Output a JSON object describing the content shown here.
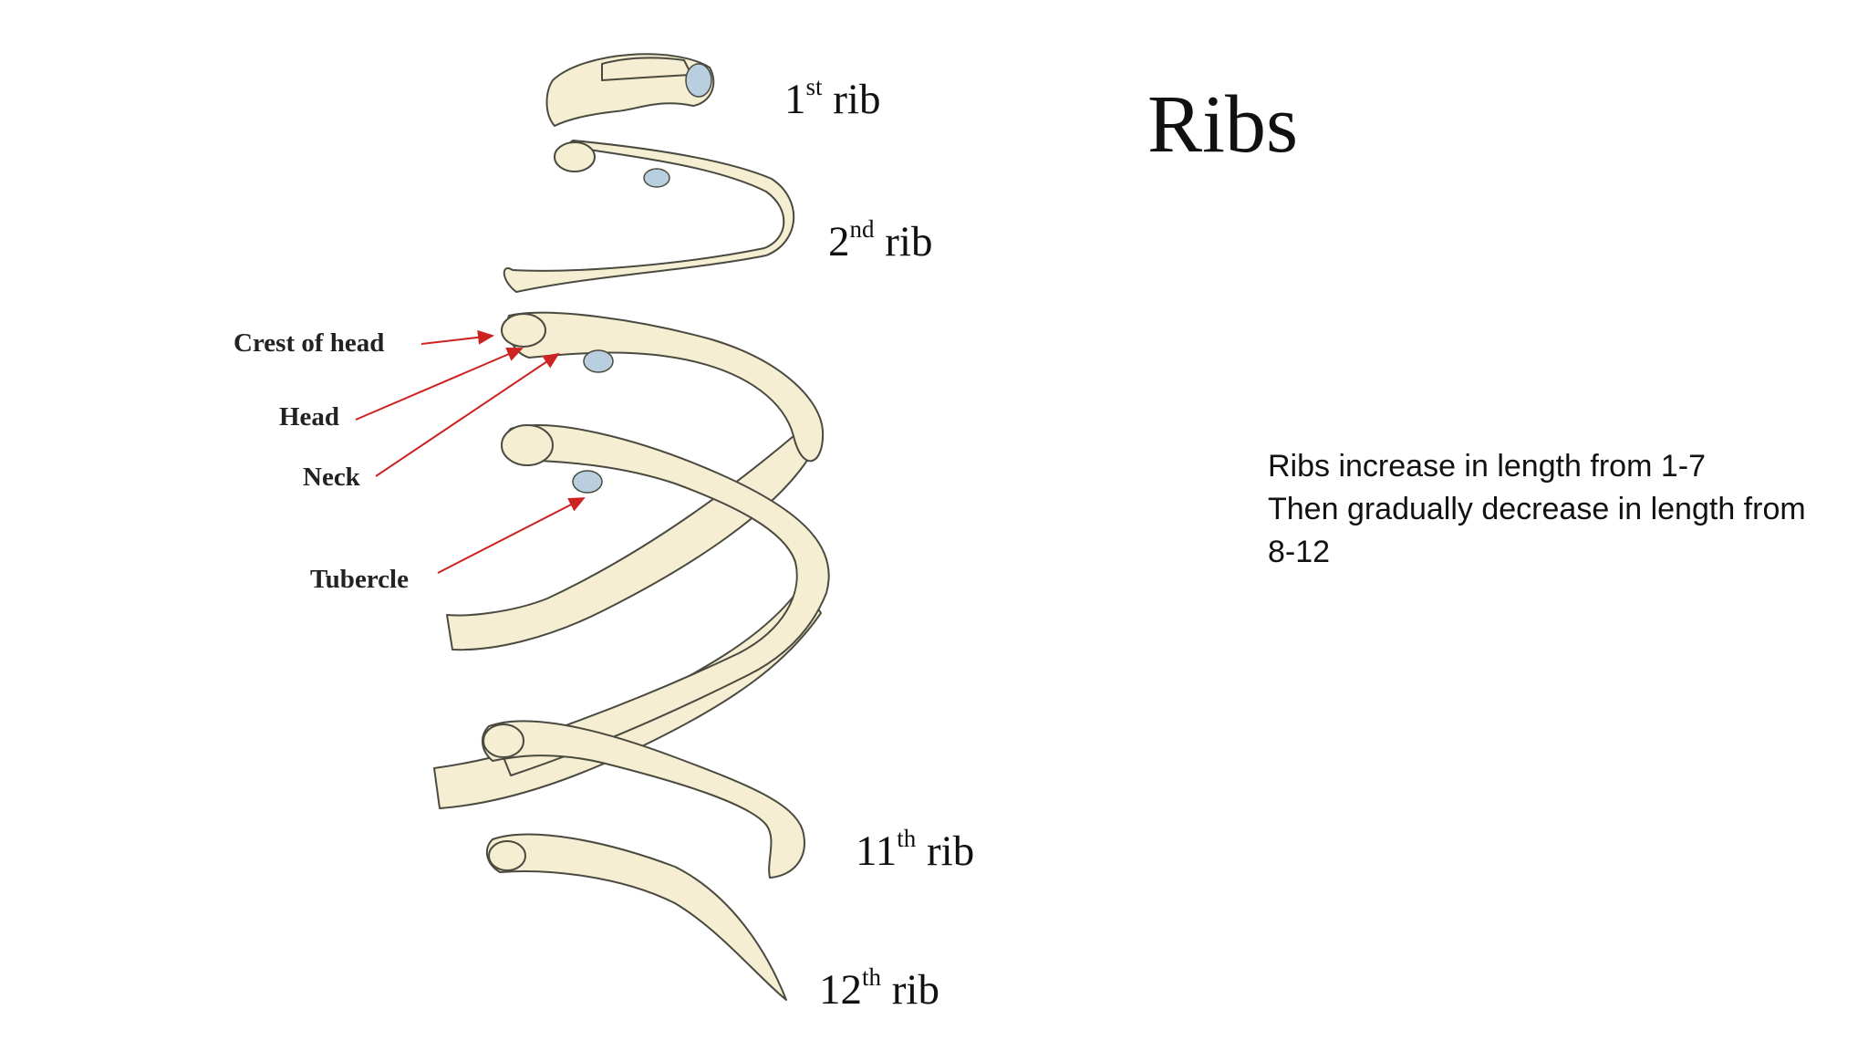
{
  "slide": {
    "title": "Ribs",
    "body_lines": [
      "Ribs increase in length from 1-7",
      "Then gradually decrease in length from",
      "8-12"
    ]
  },
  "diagram": {
    "rib_labels": [
      {
        "num": "1",
        "suffix": "st",
        "word": "rib"
      },
      {
        "num": "2",
        "suffix": "nd",
        "word": "rib"
      },
      {
        "num": "11",
        "suffix": "th",
        "word": "rib"
      },
      {
        "num": "12",
        "suffix": "th",
        "word": "rib"
      }
    ],
    "part_labels": {
      "crest_of_head": "Crest of head",
      "head": "Head",
      "neck": "Neck",
      "tubercle": "Tubercle"
    },
    "colors": {
      "bone": "#f5eed2",
      "bone_outline": "#4a4a40",
      "cartilage": "#b9cfe0",
      "arrow": "#cc2222"
    }
  }
}
